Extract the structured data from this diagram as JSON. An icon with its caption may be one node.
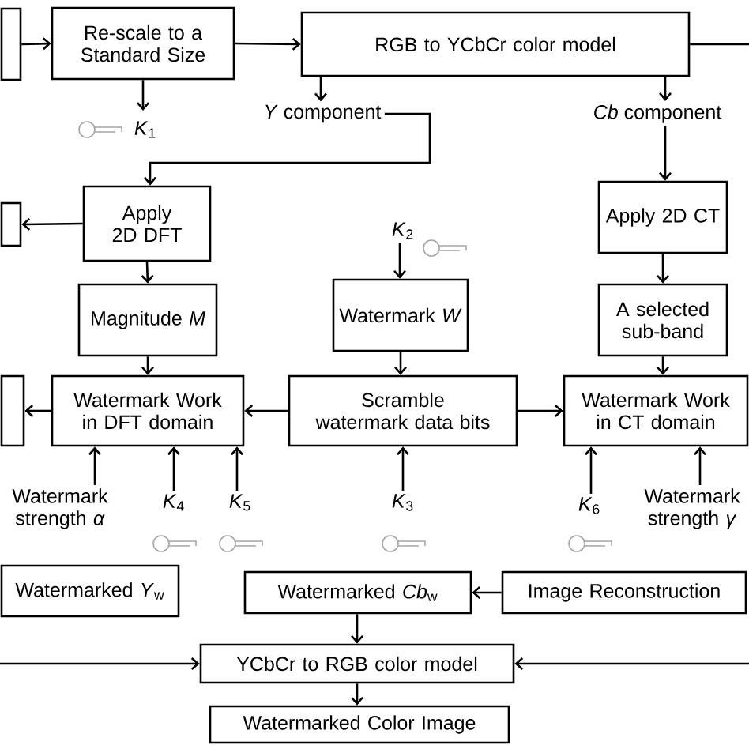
{
  "diagram": {
    "nodes": [
      {
        "text": [],
        "shape": "box"
      },
      {
        "text": [
          "Re-scale to a Standard Size"
        ]
      },
      {
        "text": [
          "RGB to YCbCr color model"
        ]
      },
      {
        "text": [
          "*K*$_{1}$"
        ]
      },
      {
        "text": [
          "*Y* component"
        ]
      },
      {
        "text": [
          "*Cb* component"
        ]
      },
      {
        "text": [],
        "shape": "box"
      },
      {
        "text": [
          "Apply 2D DFT"
        ]
      },
      {
        "text": [
          "Apply 2D CT"
        ]
      },
      {
        "text": [
          "*K*$_{2}$"
        ]
      },
      {
        "text": [
          "Magnitude *M*"
        ]
      },
      {
        "text": [
          "Watermark *W*"
        ]
      },
      {
        "text": [
          "A selected sub-band"
        ]
      },
      {
        "text": [],
        "shape": "box"
      },
      {
        "text": [
          "Watermark Work in DFT domain"
        ]
      },
      {
        "text": [
          "Scramble watermark data bits"
        ]
      },
      {
        "text": [
          "Watermark Work in CT domain"
        ]
      },
      {
        "text": [
          "Watermark strength *α*"
        ]
      },
      {
        "text": [
          "*K*$_{4}$"
        ]
      },
      {
        "text": [
          "*K*$_{5}$"
        ]
      },
      {
        "text": [
          "*K*$_{3}$"
        ]
      },
      {
        "text": [
          "*K*$_{6}$"
        ]
      },
      {
        "text": [
          "Watermark strength *γ*"
        ]
      },
      {
        "text": [
          "Watermarked *Y*$_{w}$"
        ]
      },
      {
        "text": [
          "Watermarked *Cb*$_{w}$"
        ]
      },
      {
        "text": [
          "Image Reconstruction"
        ]
      },
      {
        "text": [
          "YCbCr to RGB color model"
        ]
      },
      {
        "text": [
          "Watermarked Color Image"
        ]
      }
    ],
    "edges": [
      {
        "from": 0,
        "to": 1,
        "arrow": "to"
      },
      {
        "from": 1,
        "to": 2,
        "arrow": "to"
      },
      {
        "from": 2,
        "to": null,
        "arrow": "none"
      },
      {
        "from": 1,
        "to": 3,
        "arrow": "to"
      },
      {
        "from": 2,
        "to": 4,
        "arrow": "to"
      },
      {
        "from": 2,
        "to": 5,
        "arrow": "to"
      },
      {
        "from": 4,
        "to": 7,
        "arrow": "to"
      },
      {
        "from": 7,
        "to": 6,
        "arrow": "to"
      },
      {
        "from": 5,
        "to": 8,
        "arrow": "to"
      },
      {
        "from": 7,
        "to": 10,
        "arrow": "to"
      },
      {
        "from": 9,
        "to": 11,
        "arrow": "to"
      },
      {
        "from": 8,
        "to": 12,
        "arrow": "to"
      },
      {
        "from": 10,
        "to": 14,
        "arrow": "to"
      },
      {
        "from": 11,
        "to": 15,
        "arrow": "to"
      },
      {
        "from": 12,
        "to": 16,
        "arrow": "to"
      },
      {
        "from": 14,
        "to": 13,
        "arrow": "to"
      },
      {
        "from": 15,
        "to": 14,
        "arrow": "to"
      },
      {
        "from": 15,
        "to": 16,
        "arrow": "to"
      },
      {
        "from": 17,
        "to": 14,
        "arrow": "to"
      },
      {
        "from": 18,
        "to": 14,
        "arrow": "to"
      },
      {
        "from": 19,
        "to": 14,
        "arrow": "to"
      },
      {
        "from": 20,
        "to": 15,
        "arrow": "to"
      },
      {
        "from": 21,
        "to": 16,
        "arrow": "to"
      },
      {
        "from": 22,
        "to": 16,
        "arrow": "to"
      },
      {
        "from": 25,
        "to": 24,
        "arrow": "to"
      },
      {
        "from": 24,
        "to": 26,
        "arrow": "to"
      },
      {
        "from": null,
        "to": 26,
        "arrow": "to"
      },
      {
        "from": null,
        "to": 26,
        "arrow": "to"
      },
      {
        "from": 26,
        "to": 27,
        "arrow": "to"
      }
    ]
  }
}
